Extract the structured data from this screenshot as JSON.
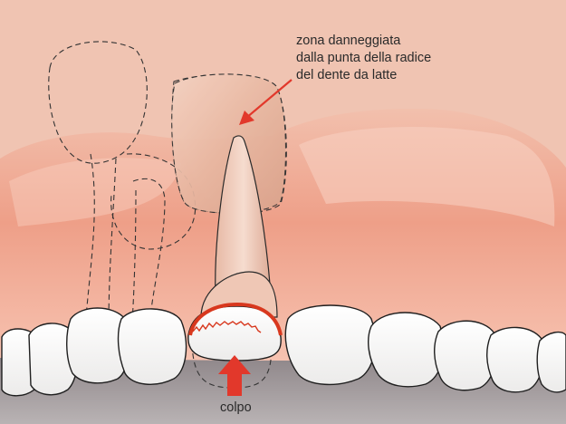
{
  "annotation": {
    "lines": [
      "zona danneggiata",
      "dalla punta della radice",
      "del dente da latte"
    ]
  },
  "impact": {
    "label": "colpo"
  },
  "colors": {
    "background": "#efc1ae",
    "gum": "#e89e89",
    "gum_light": "#f6c4b2",
    "tooth": "#ffffff",
    "tooth_outline": "#1f1f1f",
    "floor": "#a9a2a4",
    "arrow": "#e2382b",
    "damage_line": "#d8381e",
    "ghost_outline": "#333333"
  }
}
